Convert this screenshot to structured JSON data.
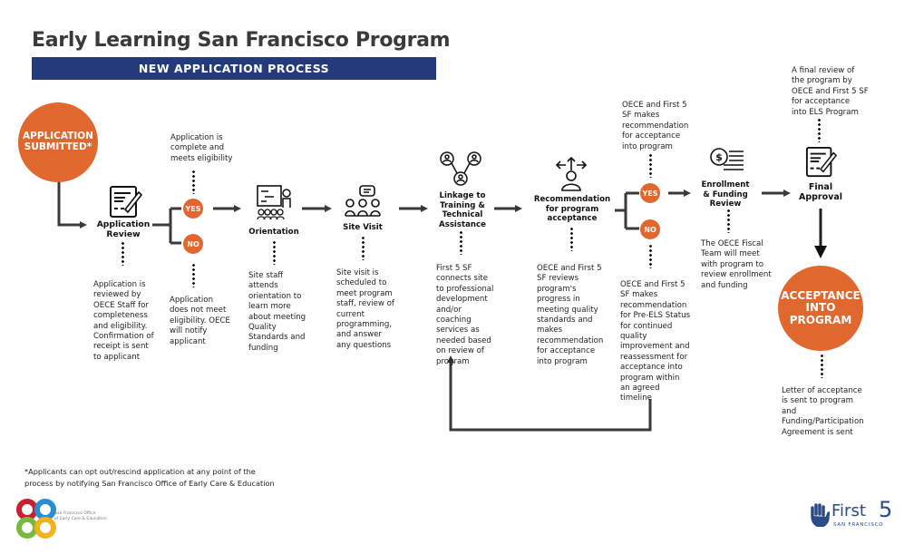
{
  "header": {
    "title": "Early Learning San Francisco Program",
    "subtitle": "NEW APPLICATION PROCESS"
  },
  "colors": {
    "accent": "#e0672e",
    "navy": "#243b7b",
    "line": "#3a3a3a"
  },
  "start": {
    "label": "APPLICATION SUBMITTED*"
  },
  "steps": {
    "review": {
      "label": "Application Review",
      "desc": "Application is\nreviewed by\nOECE Staff for\ncompleteness\nand eligibility.\nConfirmation of\nreceipt is sent\nto applicant",
      "icon": "document-pen-icon"
    },
    "decision1": {
      "yes": "YES",
      "no": "NO",
      "yes_desc": "Application is\ncomplete and\nmeets eligibility",
      "no_desc": "Application\ndoes not meet\neligibility. OECE\nwill notify\napplicant"
    },
    "orientation": {
      "label": "Orientation",
      "desc": "Site staff\nattends\norientation to\nlearn more\nabout meeting\nQuality\nStandards and\nfunding",
      "icon": "presentation-icon"
    },
    "site_visit": {
      "label": "Site Visit",
      "desc": "Site visit is\nscheduled to\nmeet program\nstaff, review of\ncurrent\nprogramming,\nand answer\nany questions",
      "icon": "meeting-chat-icon"
    },
    "linkage": {
      "label": "Linkage to\nTraining &\nTechnical\nAssistance",
      "desc": "First 5 SF\nconnects site\nto professional\ndevelopment\nand/or\ncoaching\nservices as\nneeded based\non review of\nprogram",
      "icon": "network-people-icon"
    },
    "recommendation": {
      "label": "Recommendation\nfor program\nacceptance",
      "desc": "OECE and First 5\nSF reviews\nprogram's\nprogress in\nmeeting quality\nstandards and\nmakes\nrecommendation\nfor acceptance\ninto program",
      "icon": "person-directions-icon"
    },
    "decision2": {
      "yes": "YES",
      "no": "NO",
      "yes_desc": "OECE and First 5\nSF makes\nrecommendation\nfor acceptance\ninto program",
      "no_desc": "OECE and First 5\nSF makes\nrecommendation\nfor Pre-ELS Status\nfor continued\nquality\nimprovement and\nreassessment for\nacceptance into\nprogram within\nan agreed\ntimeline"
    },
    "enrollment": {
      "label": "Enrollment\n& Funding\nReview",
      "desc": "The OECE Fiscal\nTeam will meet\nwith program to\nreview enrollment\nand funding",
      "icon": "money-stack-icon"
    },
    "final": {
      "label": "Final\nApproval",
      "desc": "A final review of\nthe program by\nOECE and First 5 SF\nfor acceptance\ninto ELS Program",
      "icon": "document-pen-icon"
    }
  },
  "end": {
    "label": "ACCEPTANCE\nINTO\nPROGRAM",
    "desc": "Letter of acceptance\nis sent to program\nand\nFunding/Participation\nAgreement is sent"
  },
  "footer": {
    "note": "*Applicants can opt out/rescind application at any point of the\nprocess by notifying San Francisco Office of Early Care & Education",
    "oece_logo": {
      "mark": "oece",
      "text": "San Francisco Office\nof Early Care & Education"
    },
    "first5_logo": {
      "name": "First",
      "number": "5",
      "sub": "SAN FRANCISCO"
    }
  }
}
